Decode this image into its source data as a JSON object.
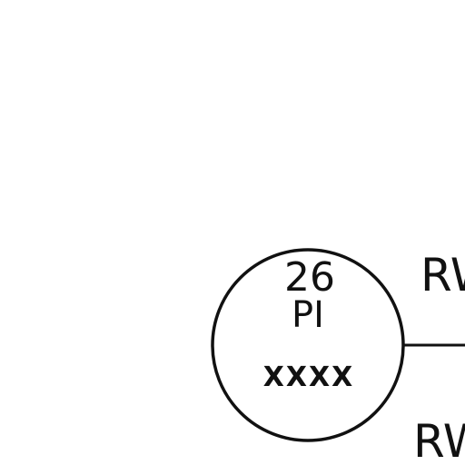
{
  "instrument": {
    "number": "26",
    "code": "PI",
    "tag": "XXXX"
  },
  "line_labels": {
    "upper": "RW",
    "lower": "RW"
  }
}
